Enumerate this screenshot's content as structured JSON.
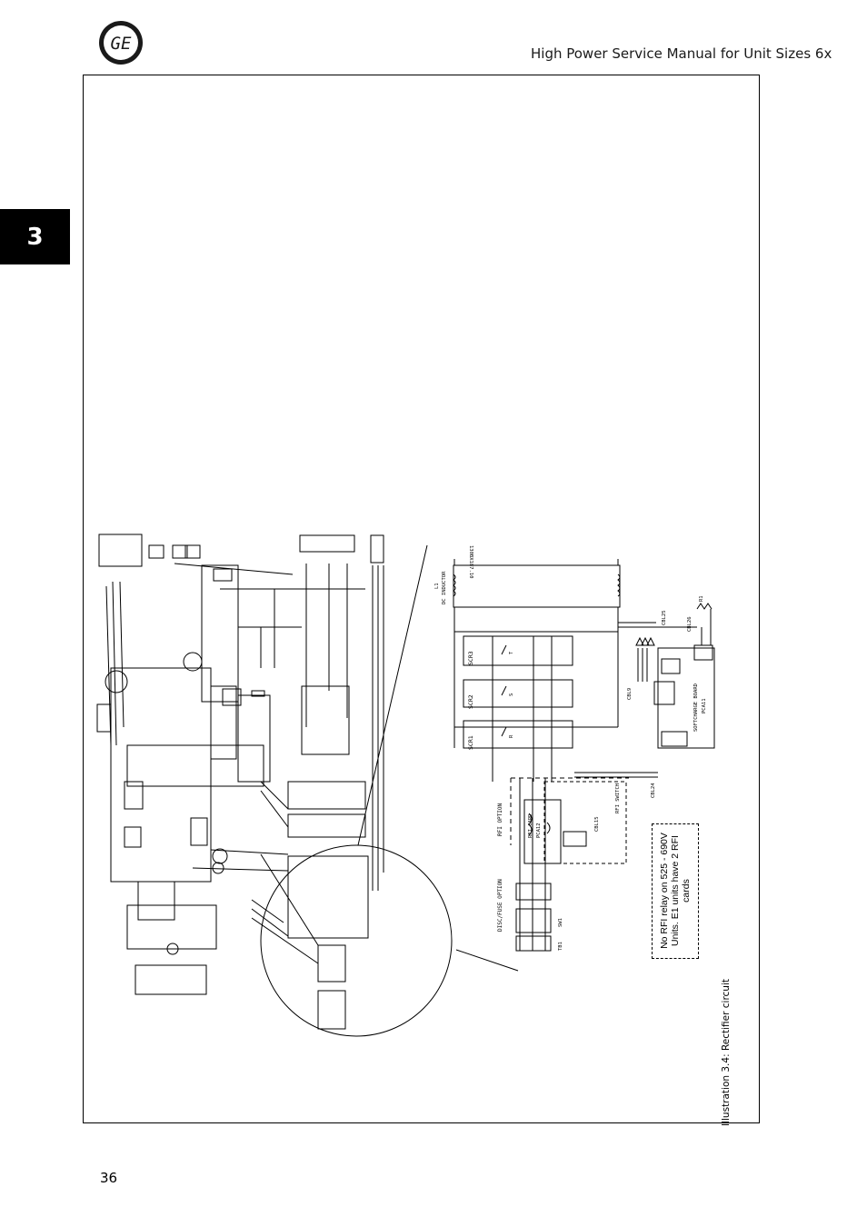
{
  "header": {
    "brand_monogram": "GE",
    "title": "High Power Service Manual for Unit Sizes 6x"
  },
  "chapter_tab": "3",
  "page_number": "36",
  "figure": {
    "caption": "Illustration 3.4: Rectifier circuit",
    "note": "No RFI relay on 525 - 690V Units. E1 units have 2 RFI cards",
    "drawing_number": "130BX187.10",
    "labels": {
      "l1": "L1",
      "dc_inductor": "DC INDUCTOR",
      "scr3": "SCR3",
      "scr2": "SCR2",
      "scr1": "SCR1",
      "t": "T",
      "s": "S",
      "r": "R",
      "cbl25": "CBL25",
      "cbl26": "CBL26",
      "r1": "R1",
      "cbl9": "CBL9",
      "cbl24": "CBL24",
      "cbl15": "CBL15",
      "softcharge_board": "SOFTCHARGE BOARD",
      "pca11": "PCA11",
      "rfi_option": "RFI OPTION",
      "rfi_card": "RFI CARD",
      "pca12": "PCA12",
      "rfi_switch": "RFI SWITCH",
      "disc_fuse_option": "DISC/FUSE OPTION",
      "sw1": "SW1",
      "tb1": "TB1"
    }
  }
}
